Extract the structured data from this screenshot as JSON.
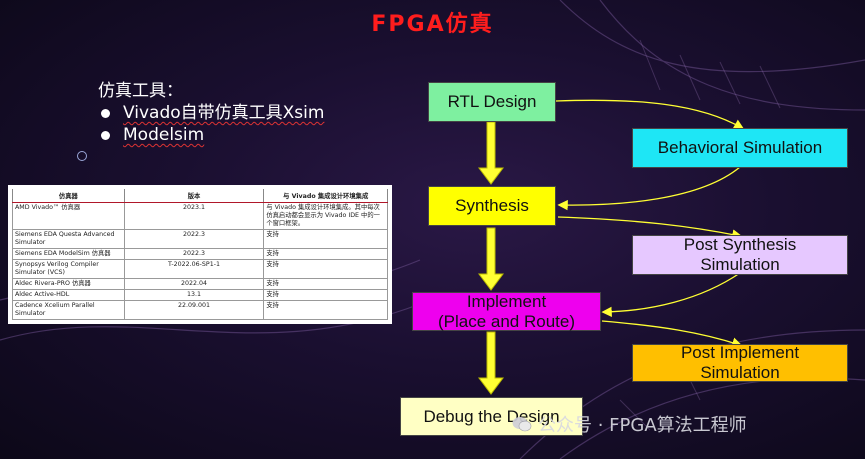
{
  "title": "FPGA仿真",
  "tools": {
    "heading": "仿真工具：",
    "items": [
      "Vivado自带仿真工具Xsim",
      "Modelsim"
    ]
  },
  "table": {
    "headers": [
      "仿真器",
      "版本",
      "与 Vivado 集成设计环境集成"
    ],
    "rows": [
      [
        "AMD Vivado™ 仿真器",
        "2023.1",
        "与 Vivado 集成设计环境集成。其中每次仿真启动都会显示为 Vivado IDE 中的一个窗口框架。"
      ],
      [
        "Siemens EDA Questa Advanced Simulator",
        "2022.3",
        "支持"
      ],
      [
        "Siemens EDA ModelSim 仿真器",
        "2022.3",
        "支持"
      ],
      [
        "Synopsys Verilog Compiler Simulator (VCS)",
        "T-2022.06-SP1-1",
        "支持"
      ],
      [
        "Aldec Rivera-PRO 仿真器",
        "2022.04",
        "支持"
      ],
      [
        "Aldec Active-HDL",
        "13.1",
        "支持"
      ],
      [
        "Cadence Xcelium Parallel Simulator",
        "22.09.001",
        "支持"
      ]
    ]
  },
  "flow": {
    "rtl": "RTL Design",
    "synthesis": "Synthesis",
    "implement_line1": "Implement",
    "implement_line2": "(Place and Route)",
    "debug": "Debug the Design",
    "behavioral": "Behavioral Simulation",
    "post_synth_line1": "Post Synthesis",
    "post_synth_line2": "Simulation",
    "post_impl_line1": "Post Implement",
    "post_impl_line2": "Simulation"
  },
  "colors": {
    "title": "#ff1d1d",
    "rtl": "#7ef0a0",
    "synthesis": "#ffff00",
    "implement": "#ee00ee",
    "debug": "#ffffc4",
    "behavioral": "#1ee6f5",
    "post_synth": "#e6c8ff",
    "post_impl": "#ffbf00",
    "arrow": "#ffff33"
  },
  "watermark": "公众号 · FPGA算法工程师"
}
